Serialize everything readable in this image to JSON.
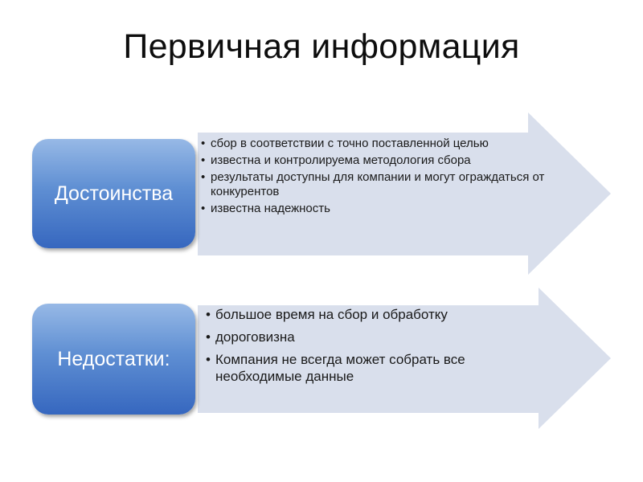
{
  "title": "Первичная информация",
  "blocks": [
    {
      "label": "Достоинства",
      "items": [
        "сбор в соответствии с точно поставленной целью",
        "известна и контролируема методология сбора",
        "результаты доступны для компании и могут ограждаться от конкурентов",
        "известна надежность"
      ]
    },
    {
      "label": "Недостатки:",
      "items": [
        "большое время на сбор и обработку",
        "дороговизна",
        "Компания не всегда может собрать все необходимые данные"
      ]
    }
  ],
  "colors": {
    "arrow_fill": "#d9dfec",
    "label_top": "#97b9e6",
    "label_bottom": "#3667bf",
    "label_text": "#ffffff"
  }
}
